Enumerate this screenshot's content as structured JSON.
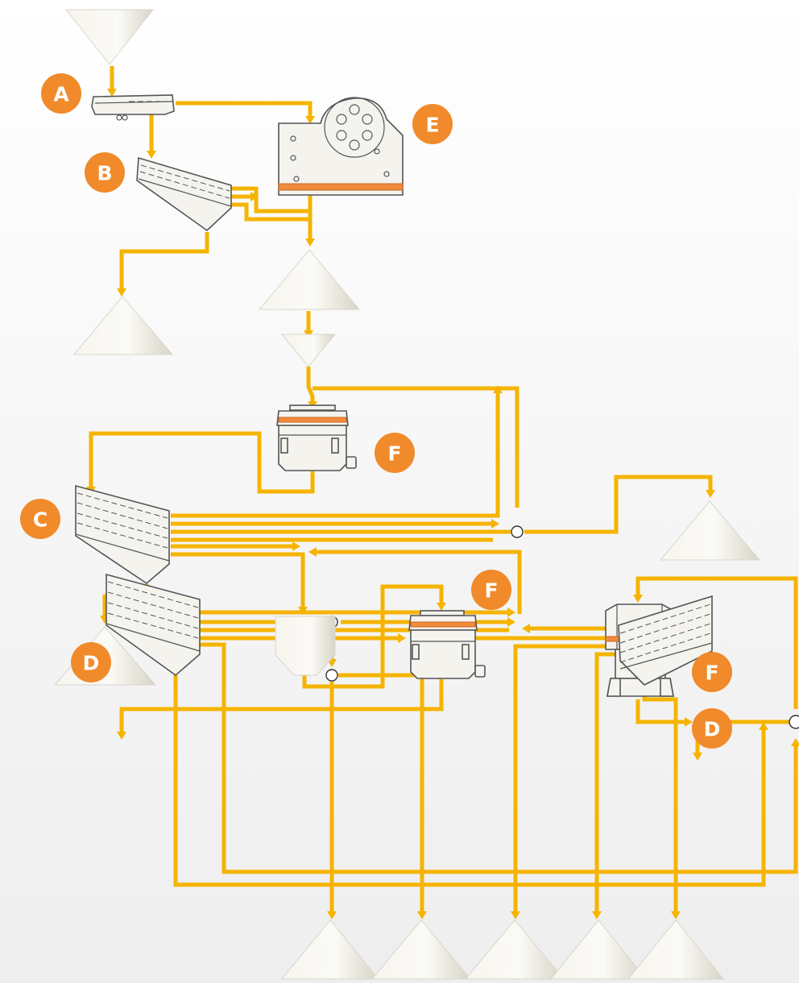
{
  "badges": {
    "feeder": "A",
    "scalper": "B",
    "screen_c": "C",
    "screen_d_left": "D",
    "screen_d_right": "D",
    "jaw_crusher": "E",
    "cone_crusher_1": "F",
    "cone_crusher_2": "F",
    "vsi_crusher": "F"
  },
  "colors": {
    "flow": "#f5b400",
    "badge": "#f18a2a",
    "badge_text": "#ffffff",
    "wear_band": "#f08a3c",
    "machine_fill": "#f4f3ee",
    "machine_outline": "#555555",
    "pile_light": "#fbfaf6",
    "pile_shade": "#d8d4c6"
  }
}
